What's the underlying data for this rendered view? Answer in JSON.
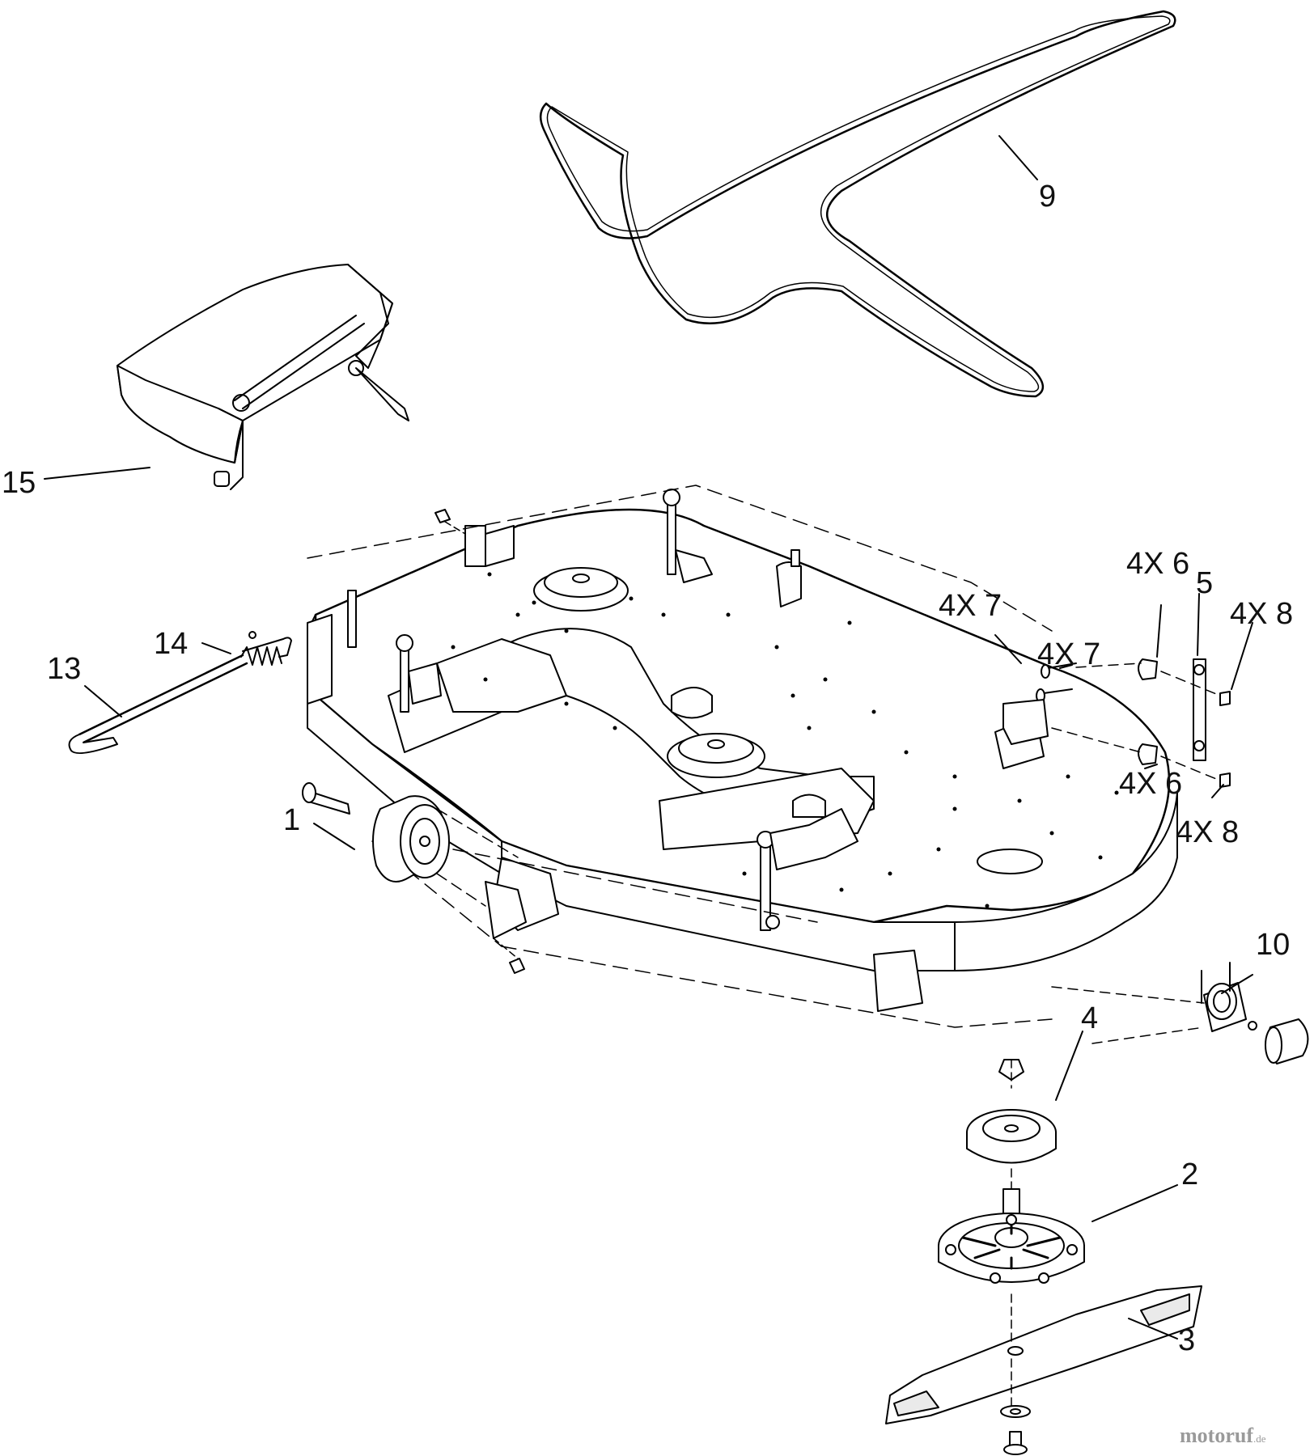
{
  "callouts": {
    "c1": "1",
    "c2": "2",
    "c3": "3",
    "c4": "4",
    "c5": "5",
    "c9": "9",
    "c10": "10",
    "c13": "13",
    "c14": "14",
    "c15": "15",
    "c4x6_top": "4X 6",
    "c4x6_bot": "4X 6",
    "c4x7_top": "4X 7",
    "c4x7_mid": "4X 7",
    "c4x8_top": "4X 8",
    "c4x8_bot": "4X 8"
  },
  "watermark": {
    "name": "motoruf",
    "suffix": ".de",
    "color": "#9a9a9a"
  },
  "colors": {
    "line": "#000000",
    "fill": "#ffffff",
    "shade": "#eaeaea"
  }
}
